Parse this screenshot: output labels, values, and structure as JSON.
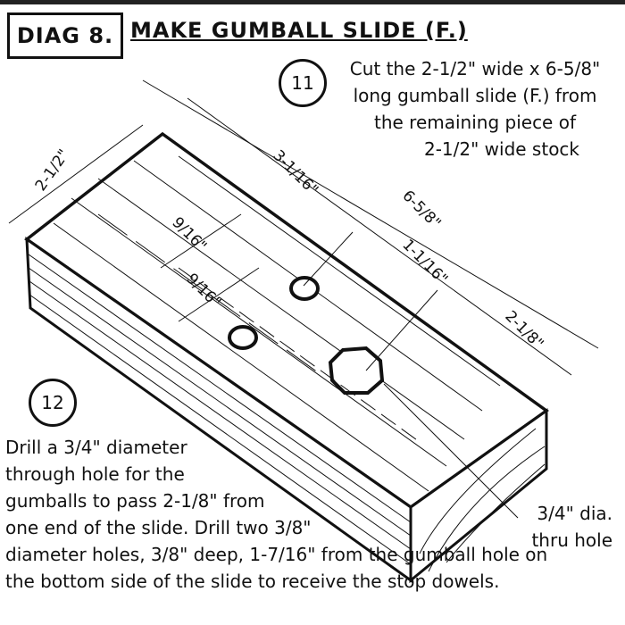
{
  "header": {
    "diagram_label": "DIAG 8.",
    "title": "MAKE GUMBALL SLIDE (F.)"
  },
  "steps": [
    {
      "number": "11",
      "lines": [
        "Cut the 2-1/2\" wide x 6-5/8\"",
        "long gumball slide (F.) from",
        "the remaining piece of",
        "2-1/2\" wide stock"
      ]
    },
    {
      "number": "12",
      "lines": [
        "Drill a 3/4\" diameter",
        "through hole for the",
        "gumballs to pass 2-1/8\" from",
        "one end of the slide. Drill two 3/8\"",
        "diameter holes, 3/8\" deep, 1-7/16\" from the gumball hole on",
        "the bottom side of the slide to receive the stop dowels."
      ]
    }
  ],
  "dimensions": {
    "width": "2-1/2\"",
    "to_first_hole": "3-1/16\"",
    "length": "6-5/8\"",
    "side_offset_a": "9/16\"",
    "side_offset_b": "9/16\"",
    "hole_spacing": "1-1/16\"",
    "to_end": "2-1/8\""
  },
  "callout": {
    "lines": [
      "3/4\" dia.",
      "thru hole"
    ]
  }
}
